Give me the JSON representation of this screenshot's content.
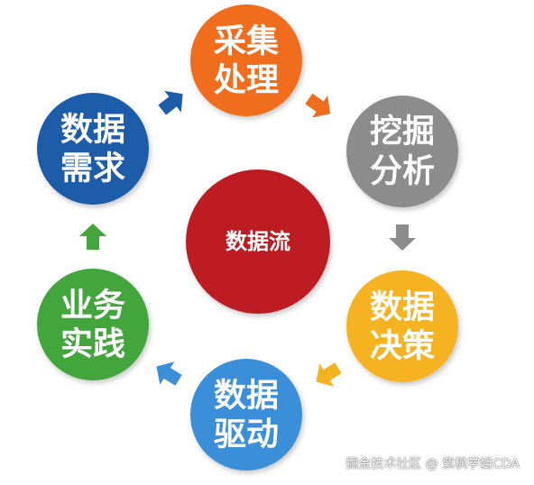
{
  "nodes": [
    {
      "id": "collect",
      "line1": "采集",
      "line2": "处理",
      "color": "#ef6d1f",
      "icon": "circle"
    },
    {
      "id": "mining",
      "line1": "挖掘",
      "line2": "分析",
      "color": "#8c8c8c",
      "icon": "circle"
    },
    {
      "id": "decision",
      "line1": "数据",
      "line2": "决策",
      "color": "#f5b321",
      "icon": "circle"
    },
    {
      "id": "drive",
      "line1": "数据",
      "line2": "驱动",
      "color": "#3b8fd8",
      "icon": "circle"
    },
    {
      "id": "practice",
      "line1": "业务",
      "line2": "实践",
      "color": "#43a63c",
      "icon": "circle"
    },
    {
      "id": "demand",
      "line1": "数据",
      "line2": "需求",
      "color": "#1d5ca8",
      "icon": "circle"
    }
  ],
  "center": {
    "label": "数据流",
    "color": "#bd1e24"
  },
  "arrows": [
    {
      "from": "collect",
      "to": "mining",
      "color": "#ef6d1f",
      "icon": "arrow-icon"
    },
    {
      "from": "mining",
      "to": "decision",
      "color": "#8c8c8c",
      "icon": "arrow-icon"
    },
    {
      "from": "decision",
      "to": "drive",
      "color": "#f5b321",
      "icon": "arrow-icon"
    },
    {
      "from": "drive",
      "to": "practice",
      "color": "#3b8fd8",
      "icon": "arrow-icon"
    },
    {
      "from": "practice",
      "to": "demand",
      "color": "#43a63c",
      "icon": "arrow-icon"
    },
    {
      "from": "demand",
      "to": "collect",
      "color": "#1d5ca8",
      "icon": "arrow-icon"
    }
  ],
  "watermark": "掘金技术社区 @ 紫枫学姐CDA"
}
